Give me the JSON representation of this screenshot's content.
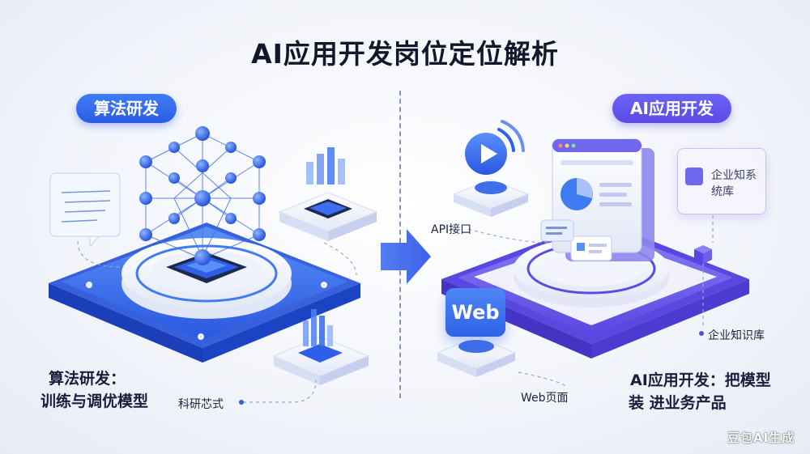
{
  "title": "AI应用开发岗位定位解析",
  "left": {
    "pill": "算法研发",
    "label_research": "科研芯式",
    "desc_line1": "算法研发：",
    "desc_line2": "训练与调优模型"
  },
  "right": {
    "pill": "AI应用开发",
    "label_api": "API接口",
    "label_web_page": "Web页面",
    "label_kb": "企业知识库",
    "kb_card_text": "企业知系统库",
    "web_badge": "Web",
    "desc_line1": "AI应用开发：把模型",
    "desc_line2": "装 进业务产品"
  },
  "watermark": "豆包AI生成",
  "colors": {
    "left_accent": "#2b5de6",
    "right_accent": "#5a4be6",
    "divider": "#8a93b8"
  }
}
